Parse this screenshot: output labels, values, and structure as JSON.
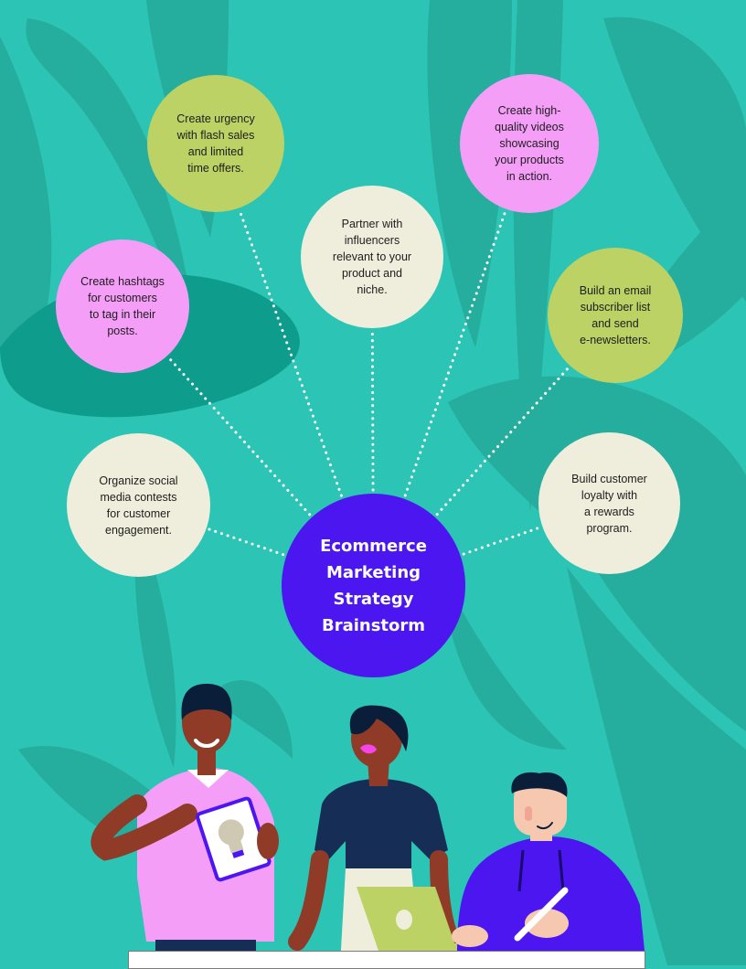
{
  "colors": {
    "background": "#2cc4b5",
    "leaf": "#25ad9e",
    "leaf_dark": "#0e9c8c",
    "center": "#4b16f0",
    "pink": "#f59ef7",
    "green": "#bdd264",
    "cream": "#efeedd",
    "connector": "#ffffff"
  },
  "diagram": {
    "center": {
      "label": "Ecommerce\nMarketing\nStrategy\nBrainstorm",
      "color": "#4b16f0"
    },
    "ideas": [
      {
        "id": "flash-sales",
        "text": "Create urgency\nwith flash sales\nand limited\ntime offers.",
        "color": "#bdd264"
      },
      {
        "id": "videos",
        "text": "Create high-\nquality videos\nshowcasing\nyour products\nin action.",
        "color": "#f59ef7"
      },
      {
        "id": "influencers",
        "text": "Partner with\ninfluencers\nrelevant to your\nproduct and\nniche.",
        "color": "#efeedd"
      },
      {
        "id": "hashtags",
        "text": "Create hashtags\nfor customers\nto tag in their\nposts.",
        "color": "#f59ef7"
      },
      {
        "id": "email",
        "text": "Build an email\nsubscriber list\nand send\ne-newsletters.",
        "color": "#bdd264"
      },
      {
        "id": "contests",
        "text": "Organize social\nmedia contests\nfor customer\nengagement.",
        "color": "#efeedd"
      },
      {
        "id": "loyalty",
        "text": "Build customer\nloyalty with\na rewards\nprogram.",
        "color": "#efeedd"
      }
    ]
  },
  "illustration": {
    "people": [
      {
        "name": "man-with-tablet",
        "shirt": "#f59ef7"
      },
      {
        "name": "woman-center",
        "shirt": "#162e55"
      },
      {
        "name": "man-with-pen",
        "shirt": "#4b16f0"
      }
    ],
    "icons": [
      "lightbulb-icon",
      "laptop-icon",
      "pen-icon"
    ]
  }
}
